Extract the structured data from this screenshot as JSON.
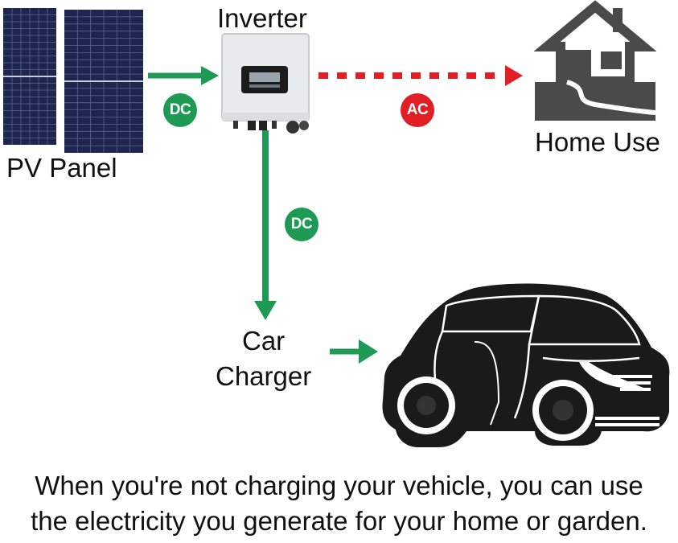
{
  "colors": {
    "dc": "#1e9a55",
    "ac": "#e21e25",
    "panel": "#1e2650",
    "inverter_body": "#e9eaeb",
    "dark": "#1a1a1a"
  },
  "nodes": {
    "pv_panel": {
      "label": "PV Panel",
      "icon": "solar-panel-icon"
    },
    "inverter": {
      "label": "Inverter",
      "icon": "inverter-icon"
    },
    "home": {
      "label": "Home Use",
      "icon": "house-icon"
    },
    "car_charger": {
      "label_line1": "Car",
      "label_line2": "Charger"
    },
    "car": {
      "icon": "electric-car-icon"
    }
  },
  "edges": {
    "pv_to_inverter": {
      "badge": "DC",
      "style": "solid"
    },
    "inverter_to_home": {
      "badge": "AC",
      "style": "dashed"
    },
    "inverter_to_charger": {
      "badge": "DC",
      "style": "solid"
    },
    "charger_to_car": {
      "style": "solid"
    }
  },
  "caption": {
    "line1": "When you're not charging your vehicle, you can use",
    "line2": "the electricity you generate for your home or garden."
  }
}
